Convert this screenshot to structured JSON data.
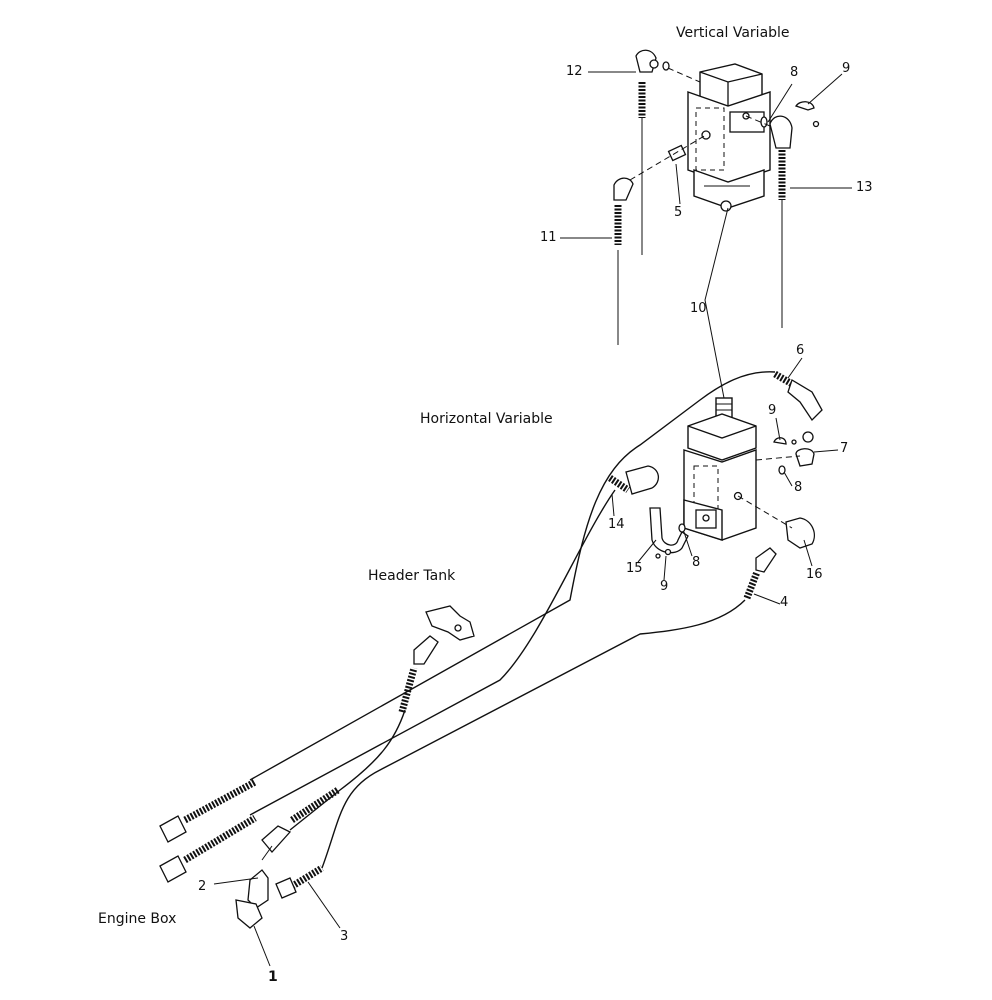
{
  "title": "Vertical Variable",
  "section_labels": {
    "vertical_variable": "Vertical Variable",
    "horizontal_variable": "Horizontal Variable",
    "header_tank": "Header Tank",
    "engine_box": "Engine Box"
  },
  "callouts": {
    "c1": "1",
    "c2": "2",
    "c3": "3",
    "c4": "4",
    "c5": "5",
    "c6": "6",
    "c7": "7",
    "c8_top": "8",
    "c8_right": "8",
    "c8_low": "8",
    "c9_top": "9",
    "c9_mid": "9",
    "c9_low": "9",
    "c10": "10",
    "c11": "11",
    "c12": "12",
    "c13": "13",
    "c14": "14",
    "c15": "15",
    "c16": "16"
  }
}
